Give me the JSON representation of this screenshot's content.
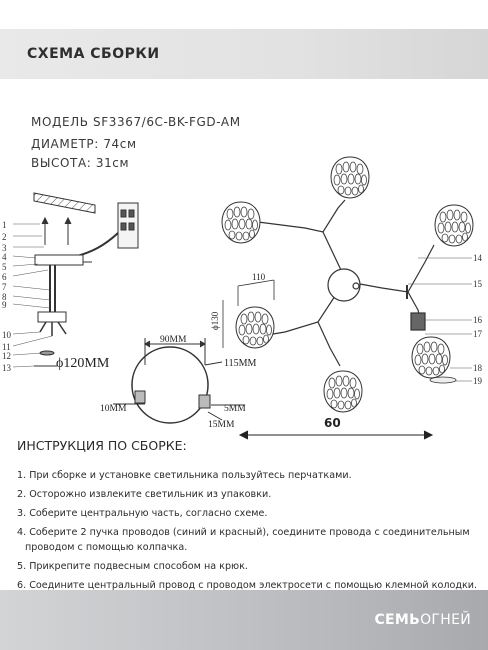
{
  "header": {
    "title": "СХЕМА СБОРКИ"
  },
  "specs": {
    "model": "МОДЕЛЬ SF3367/6C-BK-FGD-AM",
    "diameter": "ДИАМЕТР: 74см",
    "height": "ВЫСОТА: 31см"
  },
  "part_numbers_left": [
    "1",
    "2",
    "3",
    "4",
    "5",
    "6",
    "7",
    "8",
    "9",
    "10",
    "11",
    "12",
    "13"
  ],
  "part_numbers_right": [
    "14",
    "15",
    "16",
    "17",
    "18",
    "19"
  ],
  "dimensions": {
    "canopy_diameter": "ϕ120MM",
    "width_90": "90MM",
    "hole_115": "115MM",
    "bracket_10": "10MM",
    "bracket_5": "5MM",
    "bracket_15": "15MM",
    "shade_width": "110",
    "shade_diameter": "ϕ130",
    "span": "60"
  },
  "instructions": {
    "title": "ИНСТРУКЦИЯ ПО СБОРКЕ:",
    "steps": [
      "1. При сборке и установке светильника пользуйтесь перчатками.",
      "2. Осторожно извлеките светильник из упаковки.",
      "3. Соберите центральную часть, согласно схеме.",
      "4. Соберите 2 пучка проводов (синий и красный), соедините провода с соединительным",
      "   проводом с помощью колпачка.",
      "5. Прикрепите подвесным способом  на крюк.",
      "6. Соедините центральный провод с проводом электросети с помощью клемной колодки."
    ]
  },
  "footer": {
    "brand_bold": "СЕМЬ",
    "brand_light": "ОГНЕЙ"
  }
}
